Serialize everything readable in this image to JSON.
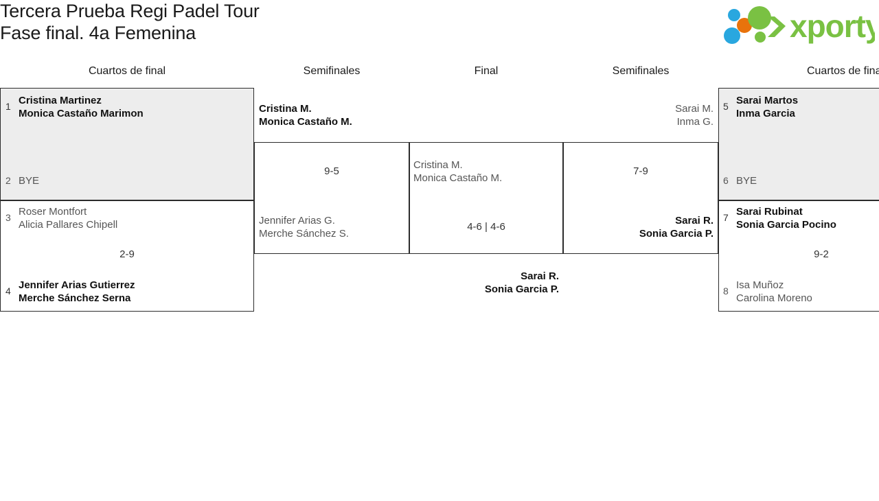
{
  "header": {
    "title_line1": "Tercera Prueba Regi Padel Tour",
    "title_line2": "Fase final. 4a Femenina",
    "logo_text": "xporty",
    "logo_colors": {
      "green": "#7ac143",
      "blue": "#29a7df",
      "orange": "#e8730c"
    }
  },
  "rounds": [
    {
      "label": "Cuartos de final"
    },
    {
      "label": "Semifinales"
    },
    {
      "label": "Final"
    },
    {
      "label": "Semifinales"
    },
    {
      "label": "Cuartos de final"
    }
  ],
  "bracket": {
    "left_qf": [
      {
        "top_seed": "1",
        "top_p1": "Cristina Martinez",
        "top_p2": "Monica Castaño Marimon",
        "bottom_seed": "2",
        "bottom_p1": "BYE",
        "bottom_p2": "",
        "score": ""
      },
      {
        "top_seed": "3",
        "top_p1": "Roser Montfort",
        "top_p2": "Alicia Pallares Chipell",
        "bottom_seed": "4",
        "bottom_p1": "Jennifer Arias Gutierrez",
        "bottom_p2": "Merche Sánchez Serna",
        "score": "2-9"
      }
    ],
    "right_qf": [
      {
        "top_seed": "5",
        "top_p1": "Sarai Martos",
        "top_p2": "Inma Garcia",
        "bottom_seed": "6",
        "bottom_p1": "BYE",
        "bottom_p2": "",
        "score": ""
      },
      {
        "top_seed": "7",
        "top_p1": "Sarai Rubinat",
        "top_p2": "Sonia Garcia Pocino",
        "bottom_seed": "8",
        "bottom_p1": "Isa Muñoz",
        "bottom_p2": "Carolina Moreno",
        "score": "9-2"
      }
    ],
    "left_sf": {
      "top_p1": "Cristina M.",
      "top_p2": "Monica Castaño M.",
      "bottom_p1": "Jennifer Arias G.",
      "bottom_p2": "Merche Sánchez S.",
      "score": "9-5"
    },
    "right_sf": {
      "top_p1": "Sarai M.",
      "top_p2": "Inma G.",
      "bottom_p1": "Sarai R.",
      "bottom_p2": "Sonia Garcia P.",
      "score": "7-9"
    },
    "final": {
      "top_p1": "Cristina M.",
      "top_p2": "Monica Castaño M.",
      "bottom_p1": "Sarai R.",
      "bottom_p2": "Sonia Garcia P.",
      "score": "4-6 | 4-6"
    }
  }
}
